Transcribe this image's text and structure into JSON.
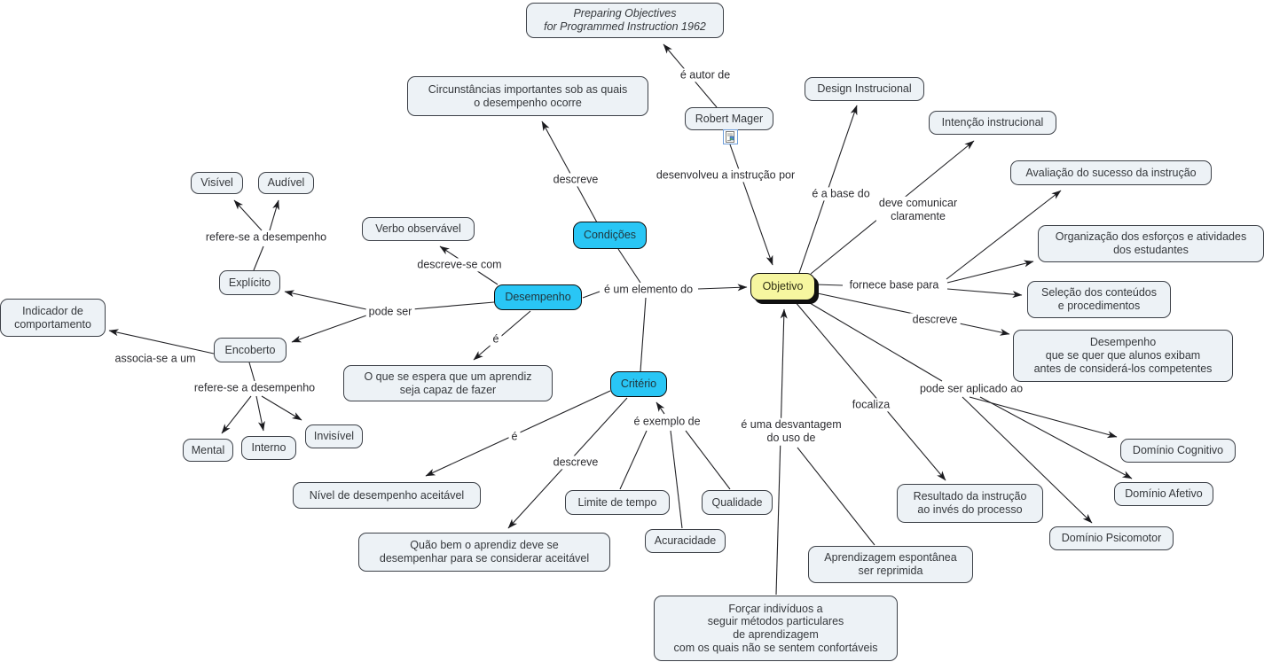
{
  "map_title": "Objetivo - concept map (Robert Mager)",
  "colors": {
    "background": "#ffffff",
    "concept_fill": "#edf2f6",
    "concept_border": "#3c4047",
    "key_concept_fill": "#29c6f5",
    "root_fill": "#f6f6a0",
    "root_shadow": "#101010",
    "line": "#222226"
  },
  "icons": {
    "resource": "document-resource-icon"
  },
  "nodes": {
    "book": {
      "label": "Preparing Objectives\nfor Programmed Instruction 1962"
    },
    "circunstancias": {
      "label": "Circunstâncias importantes sob as quais\no desempenho ocorre"
    },
    "robert_mager": {
      "label": "Robert Mager"
    },
    "design": {
      "label": "Design Instrucional"
    },
    "intencao": {
      "label": "Intenção instrucional"
    },
    "avaliacao": {
      "label": "Avaliação do sucesso da instrução"
    },
    "verbo": {
      "label": "Verbo observável"
    },
    "condicoes": {
      "label": "Condições"
    },
    "visivel": {
      "label": "Visível"
    },
    "audivel": {
      "label": "Audível"
    },
    "explicito": {
      "label": "Explícito"
    },
    "desempenho": {
      "label": "Desempenho"
    },
    "objetivo": {
      "label": "Objetivo"
    },
    "organizacao": {
      "label": "Organização dos esforços e atividades\ndos estudantes"
    },
    "selecao": {
      "label": "Seleção dos conteúdos\ne procedimentos"
    },
    "indicador": {
      "label": "Indicador de\ncomportamento"
    },
    "encoberto": {
      "label": "Encoberto"
    },
    "desempenho_alunos": {
      "label": "Desempenho\nque se quer que alunos exibam\nantes de considerá-los competentes"
    },
    "criterio": {
      "label": "Critério"
    },
    "o_que_se_espera": {
      "label": "O que se espera que um aprendiz\nseja capaz de fazer"
    },
    "mental": {
      "label": "Mental"
    },
    "interno": {
      "label": "Interno"
    },
    "invisivel": {
      "label": "Invisível"
    },
    "nivel": {
      "label": "Nível de desempenho aceitável"
    },
    "quao_bem": {
      "label": "Quão bem o aprendiz deve se\ndesempenhar para se considerar aceitável"
    },
    "limite": {
      "label": "Limite de tempo"
    },
    "qualidade": {
      "label": "Qualidade"
    },
    "acuracidade": {
      "label": "Acuracidade"
    },
    "cognitivo": {
      "label": "Domínio Cognitivo"
    },
    "afetivo": {
      "label": "Domínio Afetivo"
    },
    "psicomotor": {
      "label": "Domínio Psicomotor"
    },
    "resultado": {
      "label": "Resultado da instrução\nao invés do processo"
    },
    "aprendizagem": {
      "label": "Aprendizagem espontânea\nser reprimida"
    },
    "forcar": {
      "label": "Forçar indivíduos a\nseguir métodos particulares\nde aprendizagem\ncom os quais não se sentem confortáveis"
    }
  },
  "links": {
    "e_autor_de": {
      "label": "é autor de"
    },
    "desenvolveu": {
      "label": "desenvolveu a instrução por"
    },
    "descreve_condicoes": {
      "label": "descreve"
    },
    "descreve_se_com": {
      "label": "descreve-se com"
    },
    "e_um_elemento_do": {
      "label": "é um elemento do"
    },
    "e_a_base_do": {
      "label": "é a base do"
    },
    "deve_comunicar": {
      "label": "deve comunicar\nclaramente"
    },
    "fornece_base": {
      "label": "fornece base para"
    },
    "descreve_objetivo": {
      "label": "descreve"
    },
    "pode_ser_aplicado": {
      "label": "pode ser aplicado ao"
    },
    "focaliza": {
      "label": "focaliza"
    },
    "desvantagem": {
      "label": "é uma desvantagem\ndo uso de"
    },
    "e_exemplo_de": {
      "label": "é exemplo de"
    },
    "e_criterio": {
      "label": "é"
    },
    "descreve_criterio": {
      "label": "descreve"
    },
    "pode_ser": {
      "label": "pode ser"
    },
    "refere_se_explicito": {
      "label": "refere-se a desempenho"
    },
    "associa_se": {
      "label": "associa-se a um"
    },
    "refere_se_encoberto": {
      "label": "refere-se a desempenho"
    },
    "e_desempenho": {
      "label": "é"
    }
  },
  "edges": [
    {
      "from": "robert_mager",
      "label": "é autor de",
      "to": "book"
    },
    {
      "from": "robert_mager",
      "label": "desenvolveu a instrução por",
      "to": "objetivo"
    },
    {
      "from": "condicoes",
      "label": "descreve",
      "to": "circunstancias"
    },
    {
      "from": "desempenho",
      "label": "descreve-se com",
      "to": "verbo"
    },
    {
      "from": "desempenho",
      "label": "pode ser",
      "to": "explicito"
    },
    {
      "from": "desempenho",
      "label": "pode ser",
      "to": "encoberto"
    },
    {
      "from": "desempenho",
      "label": "é",
      "to": "o_que_se_espera"
    },
    {
      "from": "desempenho",
      "label": "é um elemento do",
      "to": "objetivo"
    },
    {
      "from": "condicoes",
      "label": "é um elemento do",
      "to": "objetivo"
    },
    {
      "from": "criterio",
      "label": "é um elemento do",
      "to": "objetivo"
    },
    {
      "from": "explicito",
      "label": "refere-se a desempenho",
      "to": "visivel"
    },
    {
      "from": "explicito",
      "label": "refere-se a desempenho",
      "to": "audivel"
    },
    {
      "from": "encoberto",
      "label": "associa-se a um",
      "to": "indicador"
    },
    {
      "from": "encoberto",
      "label": "refere-se a desempenho",
      "to": "mental"
    },
    {
      "from": "encoberto",
      "label": "refere-se a desempenho",
      "to": "interno"
    },
    {
      "from": "encoberto",
      "label": "refere-se a desempenho",
      "to": "invisivel"
    },
    {
      "from": "criterio",
      "label": "é",
      "to": "nivel"
    },
    {
      "from": "criterio",
      "label": "descreve",
      "to": "quao_bem"
    },
    {
      "from": "limite",
      "label": "é exemplo de",
      "to": "criterio"
    },
    {
      "from": "qualidade",
      "label": "é exemplo de",
      "to": "criterio"
    },
    {
      "from": "acuracidade",
      "label": "é exemplo de",
      "to": "criterio"
    },
    {
      "from": "objetivo",
      "label": "é a base do",
      "to": "design"
    },
    {
      "from": "objetivo",
      "label": "deve comunicar claramente",
      "to": "intencao"
    },
    {
      "from": "objetivo",
      "label": "fornece base para",
      "to": "avaliacao"
    },
    {
      "from": "objetivo",
      "label": "fornece base para",
      "to": "organizacao"
    },
    {
      "from": "objetivo",
      "label": "fornece base para",
      "to": "selecao"
    },
    {
      "from": "objetivo",
      "label": "descreve",
      "to": "desempenho_alunos"
    },
    {
      "from": "objetivo",
      "label": "pode ser aplicado ao",
      "to": "cognitivo"
    },
    {
      "from": "objetivo",
      "label": "pode ser aplicado ao",
      "to": "afetivo"
    },
    {
      "from": "objetivo",
      "label": "pode ser aplicado ao",
      "to": "psicomotor"
    },
    {
      "from": "objetivo",
      "label": "focaliza",
      "to": "resultado"
    },
    {
      "from": "aprendizagem",
      "label": "é uma desvantagem do uso de",
      "to": "objetivo"
    },
    {
      "from": "forcar",
      "label": "é uma desvantagem do uso de",
      "to": "objetivo"
    }
  ]
}
